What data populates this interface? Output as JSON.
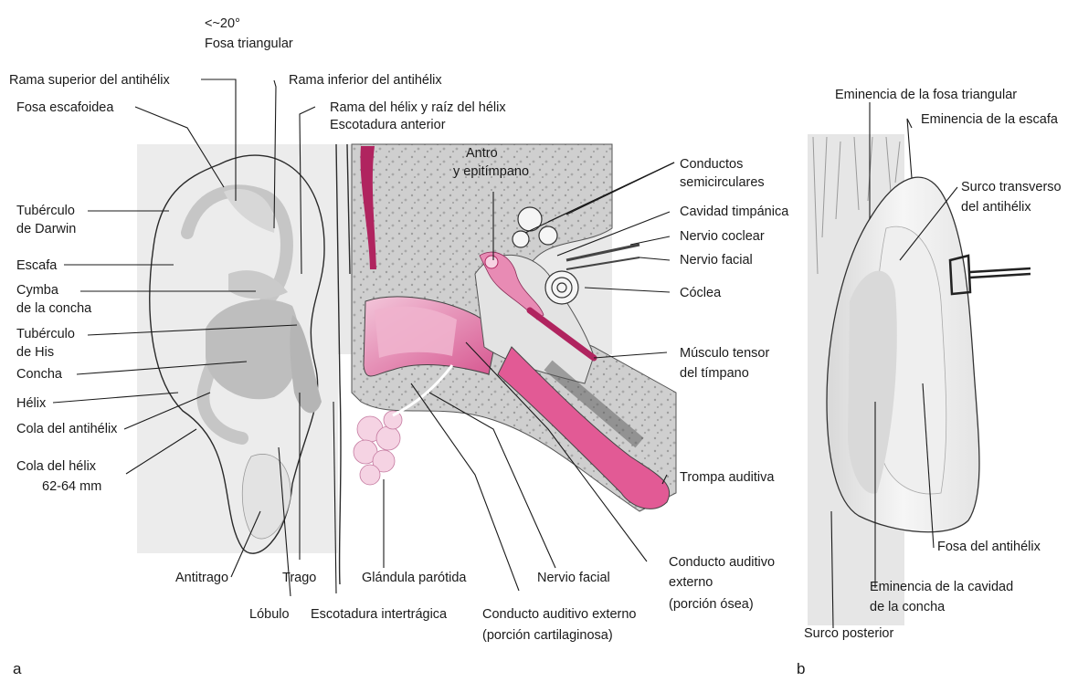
{
  "panel_a": {
    "letter": "a",
    "labels": {
      "angle": "<~20°",
      "fosa_triangular": "Fosa triangular",
      "rama_superior": "Rama superior del antihélix",
      "rama_inferior": "Rama inferior del antihélix",
      "fosa_escafoidea": "Fosa escafoidea",
      "rama_helix": "Rama del hélix y raíz del hélix",
      "escotadura_anterior": "Escotadura anterior",
      "tuberculo_darwin_1": "Tubérculo",
      "tuberculo_darwin_2": "de Darwin",
      "escafa": "Escafa",
      "cymba_1": "Cymba",
      "cymba_2": "de la concha",
      "tuberculo_his_1": "Tubérculo",
      "tuberculo_his_2": "de His",
      "concha": "Concha",
      "helix": "Hélix",
      "cola_antihelix": "Cola del antihélix",
      "cola_helix": "Cola del hélix",
      "measure": "62-64 mm",
      "antro_1": "Antro",
      "antro_2": "y epitímpano",
      "conductos_1": "Conductos",
      "conductos_2": "semicirculares",
      "cavidad": "Cavidad timpánica",
      "nervio_coclear": "Nervio coclear",
      "nervio_facial_r": "Nervio facial",
      "coclea": "Cóclea",
      "musculo_1": "Músculo tensor",
      "musculo_2": "del tímpano",
      "trompa": "Trompa auditiva",
      "antitrago": "Antitrago",
      "trago": "Trago",
      "lobulo": "Lóbulo",
      "glandula": "Glándula parótida",
      "escotadura_intertragica": "Escotadura intertrágica",
      "nervio_facial_b": "Nervio facial",
      "cae_cart_1": "Conducto auditivo externo",
      "cae_cart_2": "(porción cartilaginosa)",
      "cae_osea_1": "Conducto auditivo",
      "cae_osea_2": "externo",
      "cae_osea_3": "(porción ósea)"
    }
  },
  "panel_b": {
    "letter": "b",
    "labels": {
      "eminencia_fosa": "Eminencia de la fosa triangular",
      "eminencia_escafa": "Eminencia de la escafa",
      "surco_transverso_1": "Surco transverso",
      "surco_transverso_2": "del antihélix",
      "fosa_antihelix": "Fosa del antihélix",
      "eminencia_concha_1": "Eminencia de la cavidad",
      "eminencia_concha_2": "de la concha",
      "surco_posterior": "Surco posterior"
    }
  },
  "colors": {
    "background_panel": "#eeeeee",
    "pink": "#d6558f",
    "pink_light": "#e9a8c6",
    "magenta_dark": "#b0245f",
    "bone_gray": "#c9c9c9"
  }
}
